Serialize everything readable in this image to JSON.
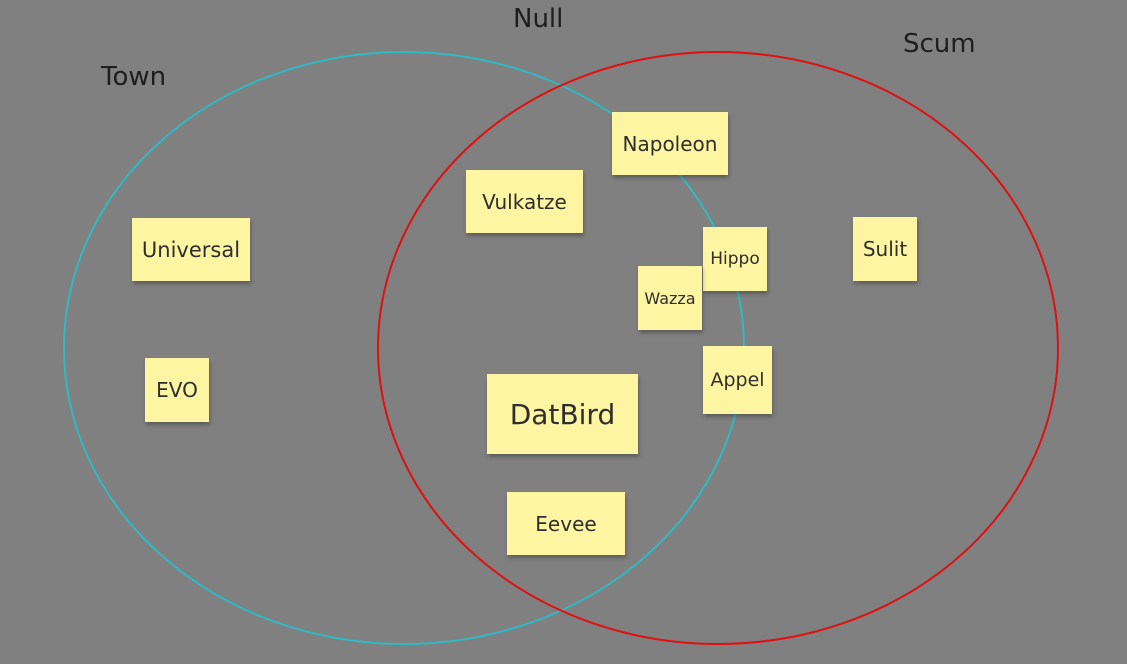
{
  "sets": [
    {
      "id": "town",
      "label": "Town",
      "color": "#30b8c4"
    },
    {
      "id": "scum",
      "label": "Scum",
      "color": "#e01010"
    },
    {
      "id": "null",
      "label": "Null",
      "color": ""
    }
  ],
  "sticky_color": "#fdf5a2",
  "notes": [
    {
      "id": "universal",
      "label": "Universal"
    },
    {
      "id": "evo",
      "label": "EVO"
    },
    {
      "id": "vulkatze",
      "label": "Vulkatze"
    },
    {
      "id": "napoleon",
      "label": "Napoleon"
    },
    {
      "id": "hippo",
      "label": "Hippo"
    },
    {
      "id": "wazza",
      "label": "Wazza"
    },
    {
      "id": "appel",
      "label": "Appel"
    },
    {
      "id": "datbird",
      "label": "DatBird"
    },
    {
      "id": "eevee",
      "label": "Eevee"
    },
    {
      "id": "sulit",
      "label": "Sulit"
    }
  ]
}
